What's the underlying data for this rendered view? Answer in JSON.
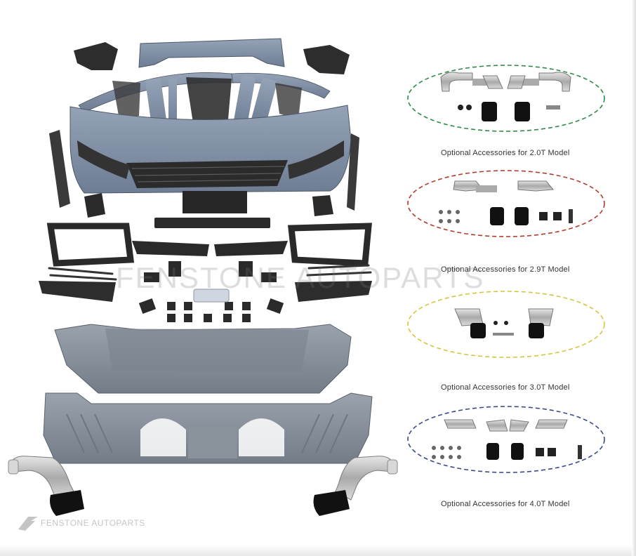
{
  "watermark": "FENSTONE AUTOPARTS",
  "logo_text": "FENSTONE AUTOPARTS",
  "options": [
    {
      "caption": "",
      "color": "#2e8b4a"
    },
    {
      "caption": "Optional Accessories for 2.0T Model",
      "color": "#b23b2e"
    },
    {
      "caption": "Optional Accessories for 2.9T Model",
      "color": "#d4c640"
    },
    {
      "caption": "Optional Accessories for 3.0T Model",
      "color": "#3b4a8a"
    }
  ],
  "last_caption": "Optional Accessories for 4.0T Model",
  "colors": {
    "body_paint": "#7e8da3",
    "trim_black": "#2a2a2a",
    "chrome": "#b9b9b9"
  }
}
